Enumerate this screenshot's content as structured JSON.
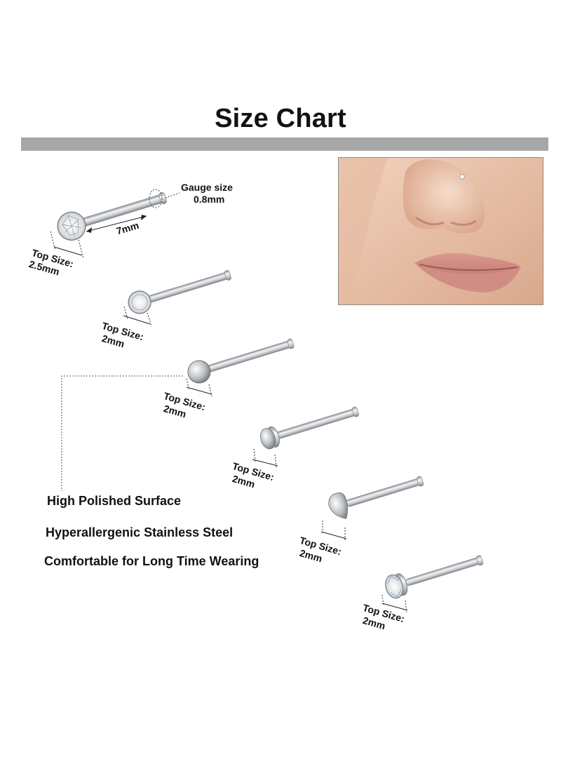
{
  "title": "Size Chart",
  "gauge": {
    "label": "Gauge size",
    "value": "0.8mm"
  },
  "bar_length": "7mm",
  "pieces": [
    {
      "top_label": "Top Size:",
      "size": "2.5mm",
      "top_icon": "crystal-icon"
    },
    {
      "top_label": "Top Size:",
      "size": "2mm",
      "top_icon": "crystal-icon"
    },
    {
      "top_label": "Top Size:",
      "size": "2mm",
      "top_icon": "ball-icon"
    },
    {
      "top_label": "Top Size:",
      "size": "2mm",
      "top_icon": "flat-disc-icon"
    },
    {
      "top_label": "Top Size:",
      "size": "2mm",
      "top_icon": "heart-icon"
    },
    {
      "top_label": "Top Size:",
      "size": "2mm",
      "top_icon": "crystal-icon"
    }
  ],
  "features": [
    "High Polished Surface",
    "Hyperallergenic Stainless Steel",
    "Comfortable for Long Time Wearing"
  ]
}
